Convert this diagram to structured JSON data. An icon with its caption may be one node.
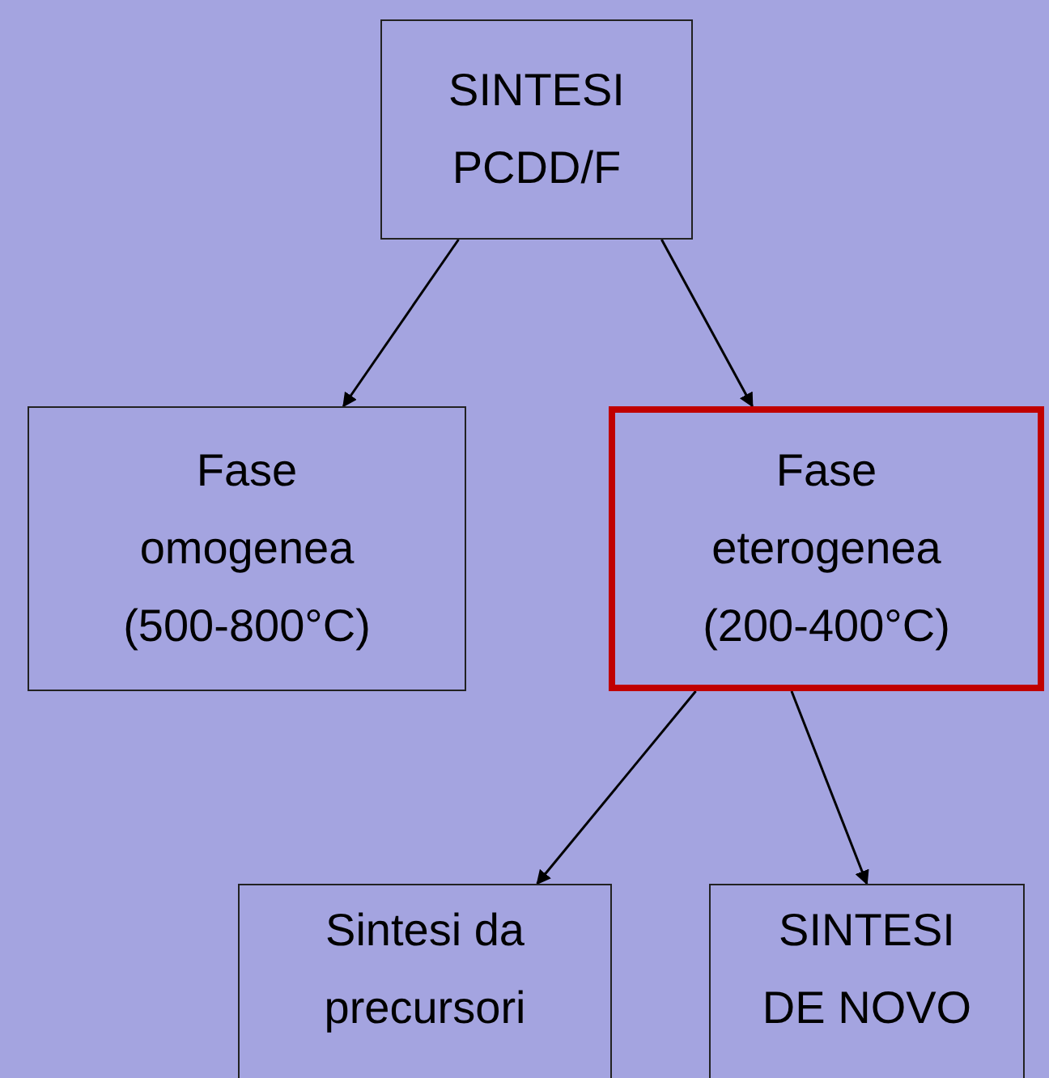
{
  "diagram": {
    "nodes": [
      {
        "text": [
          "SINTESI PCDD/F"
        ]
      },
      {
        "text": [
          "Fase omogenea (500-800°C)"
        ]
      },
      {
        "text": [
          "Fase eterogenea (200-400°C)"
        ]
      },
      {
        "text": [
          "Sintesi da precursori"
        ]
      },
      {
        "text": [
          "SINTESI DE NOVO"
        ]
      }
    ],
    "edges": [
      {
        "from": 0,
        "to": 1,
        "arrow": "to"
      },
      {
        "from": 0,
        "to": 2,
        "arrow": "to"
      },
      {
        "from": 2,
        "to": 3,
        "arrow": "to"
      },
      {
        "from": 2,
        "to": 4,
        "arrow": "to"
      }
    ]
  }
}
